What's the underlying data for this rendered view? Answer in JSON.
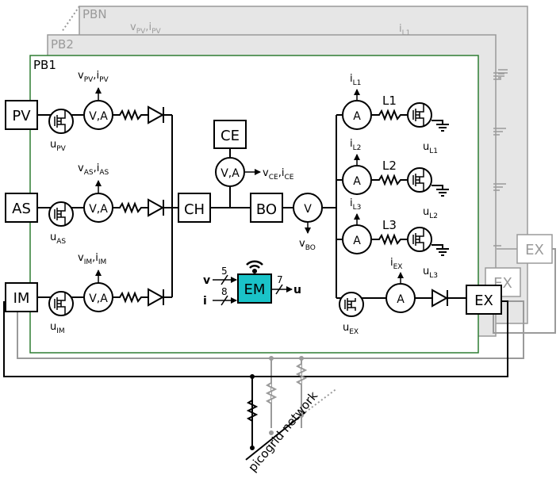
{
  "planes": {
    "pbn": {
      "title": "PBN",
      "v": "v",
      "v_sub": "PV",
      "i": "i",
      "i_sub": "PV",
      "il": "i",
      "il_sub": "L1"
    },
    "pb2": {
      "title": "PB2"
    },
    "pb1": {
      "title": "PB1"
    }
  },
  "sources": [
    {
      "id": "pv",
      "label": "PV",
      "u": "u",
      "u_sub": "PV",
      "meter": "V,A",
      "v": "v",
      "v_sub": "PV",
      "i": "i",
      "i_sub": "PV"
    },
    {
      "id": "as",
      "label": "AS",
      "u": "u",
      "u_sub": "AS",
      "meter": "V,A",
      "v": "v",
      "v_sub": "AS",
      "i": "i",
      "i_sub": "AS"
    },
    {
      "id": "im",
      "label": "IM",
      "u": "u",
      "u_sub": "IM",
      "meter": "V,A",
      "v": "v",
      "v_sub": "IM",
      "i": "i",
      "i_sub": "IM"
    }
  ],
  "center": {
    "ch": "CH",
    "ce": "CE",
    "bo": "BO",
    "ce_meter": "V,A",
    "vce": "v",
    "vce_sub": "CE",
    "ice": "i",
    "ice_sub": "CE",
    "bo_meter": "V",
    "vbo": "v",
    "vbo_sub": "BO"
  },
  "loads": [
    {
      "id": "l1",
      "meter": "A",
      "label": "L1",
      "i": "i",
      "i_sub": "L1",
      "u": "u",
      "u_sub": "L1"
    },
    {
      "id": "l2",
      "meter": "A",
      "label": "L2",
      "i": "i",
      "i_sub": "L2",
      "u": "u",
      "u_sub": "L2"
    },
    {
      "id": "l3",
      "meter": "A",
      "label": "L3",
      "i": "i",
      "i_sub": "L3",
      "u": "u",
      "u_sub": "L3"
    }
  ],
  "export": {
    "label": "EX",
    "meter": "A",
    "i": "i",
    "i_sub": "EX",
    "u": "u",
    "u_sub": "EX",
    "back1": "EX",
    "back2": "EX"
  },
  "em": {
    "label": "EM",
    "in_v": "v",
    "in_v_n": "5",
    "in_i": "i",
    "in_i_n": "8",
    "out_u": "u",
    "out_n": "7"
  },
  "network": {
    "label": "picogrid network"
  },
  "colors": {
    "plane_fill": "#e6e6e6",
    "plane_stroke": "#9a9a9a",
    "pb1_stroke": "#2e7d32",
    "em_fill": "#1ac3c8",
    "gray": "#9a9a9a"
  }
}
